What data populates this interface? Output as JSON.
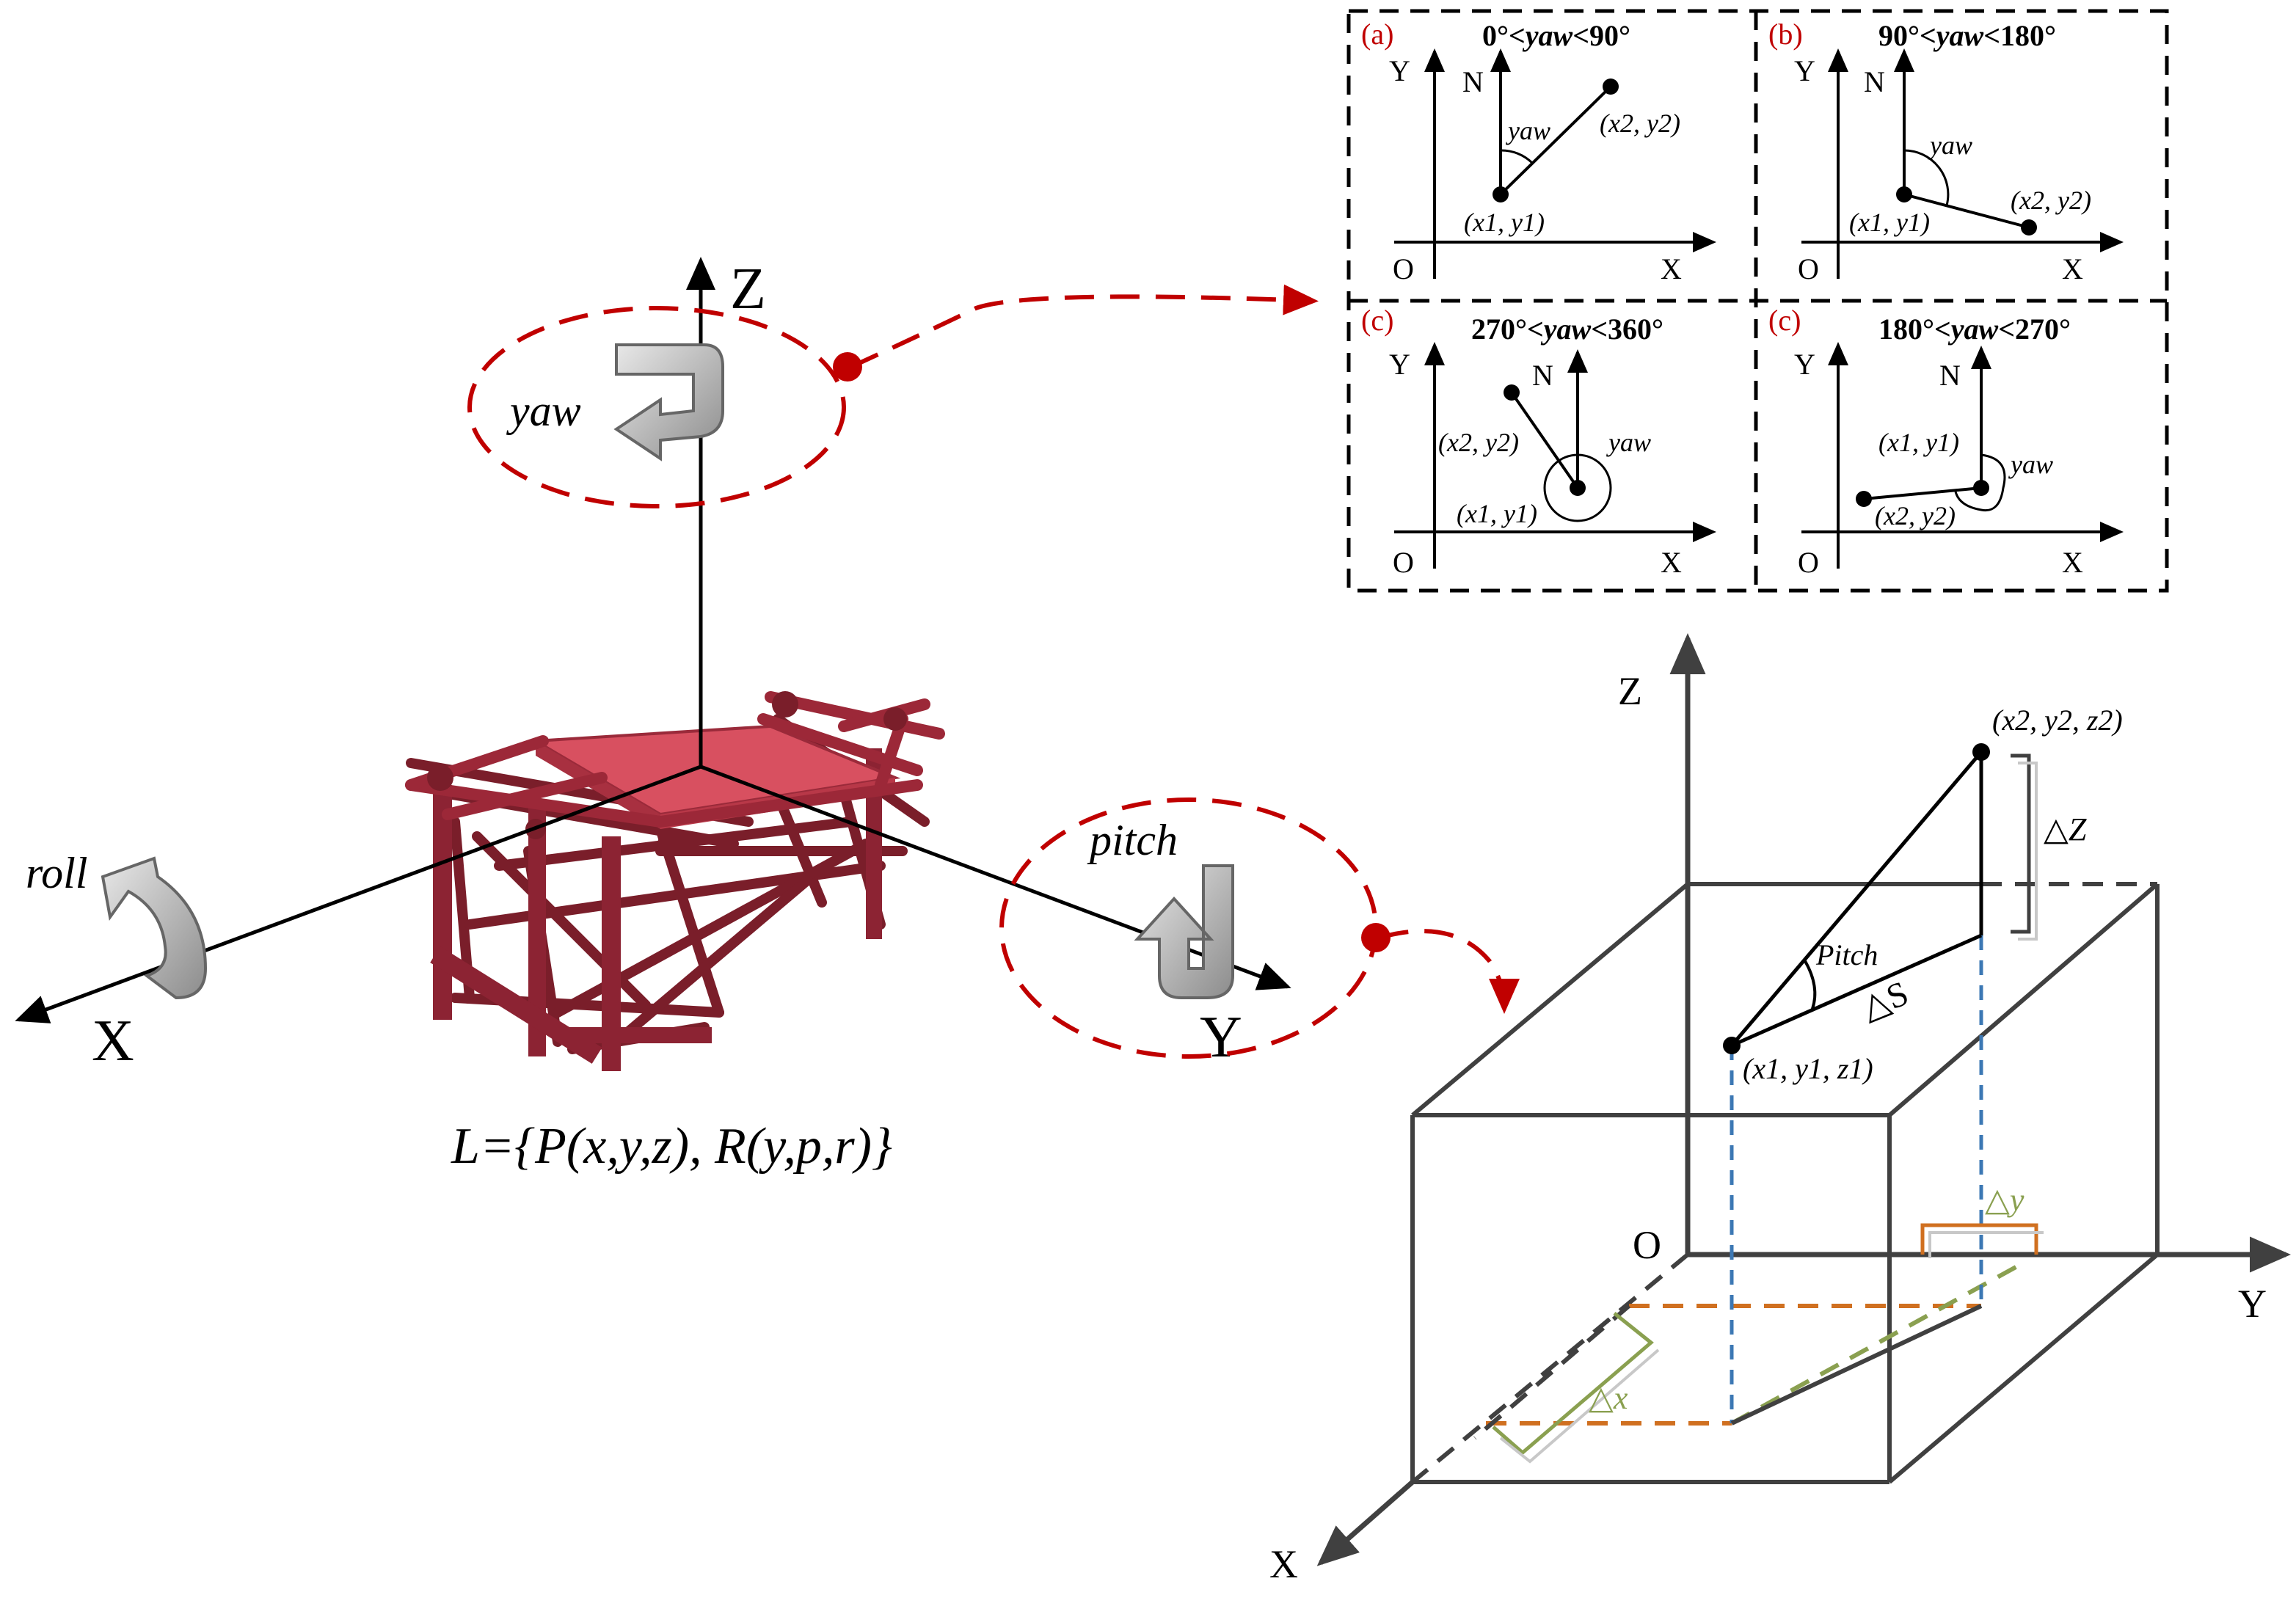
{
  "main_figure": {
    "axis_z": "Z",
    "axis_x": "X",
    "axis_y": "Y",
    "yaw_label": "yaw",
    "roll_label": "roll",
    "pitch_label": "pitch",
    "formula": "L={P(x,y,z), R(y,p,r)}"
  },
  "yaw_panels": [
    {
      "tag": "(a)",
      "range_left": "0°<",
      "range_mid": "yaw",
      "range_right": "<90°",
      "axis_y": "Y",
      "axis_x": "X",
      "origin": "O",
      "north": "N",
      "angle": "yaw",
      "p1": "(x1, y1)",
      "p2": "(x2, y2)"
    },
    {
      "tag": "(b)",
      "range_left": "90°<",
      "range_mid": "yaw",
      "range_right": "<180°",
      "axis_y": "Y",
      "axis_x": "X",
      "origin": "O",
      "north": "N",
      "angle": "yaw",
      "p1": "(x1, y1)",
      "p2": "(x2, y2)"
    },
    {
      "tag": "(c)",
      "range_left": "270°<",
      "range_mid": "yaw",
      "range_right": "<360°",
      "axis_y": "Y",
      "axis_x": "X",
      "origin": "O",
      "north": "N",
      "angle": "yaw",
      "p1": "(x1, y1)",
      "p2": "(x2, y2)"
    },
    {
      "tag": "(c)",
      "range_left": "180°<",
      "range_mid": "yaw",
      "range_right": "<270°",
      "axis_y": "Y",
      "axis_x": "X",
      "origin": "O",
      "north": "N",
      "angle": "yaw",
      "p1": "(x1, y1)",
      "p2": "(x2, y2)"
    }
  ],
  "pitch_box": {
    "axis_z": "Z",
    "axis_x": "X",
    "axis_y": "Y",
    "origin": "O",
    "p2": "(x2, y2, z2)",
    "p1": "(x1, y1, z1)",
    "delta_z": "△Z",
    "pitch": "Pitch",
    "delta_s": "△S",
    "delta_x": "△x",
    "delta_y": "△y"
  },
  "colors": {
    "accent_red": "#c00000",
    "platform_red": "#c83a4a",
    "box_gray": "#404040",
    "orange": "#d07020",
    "green": "#8aa050",
    "blue": "#3c78b4"
  }
}
